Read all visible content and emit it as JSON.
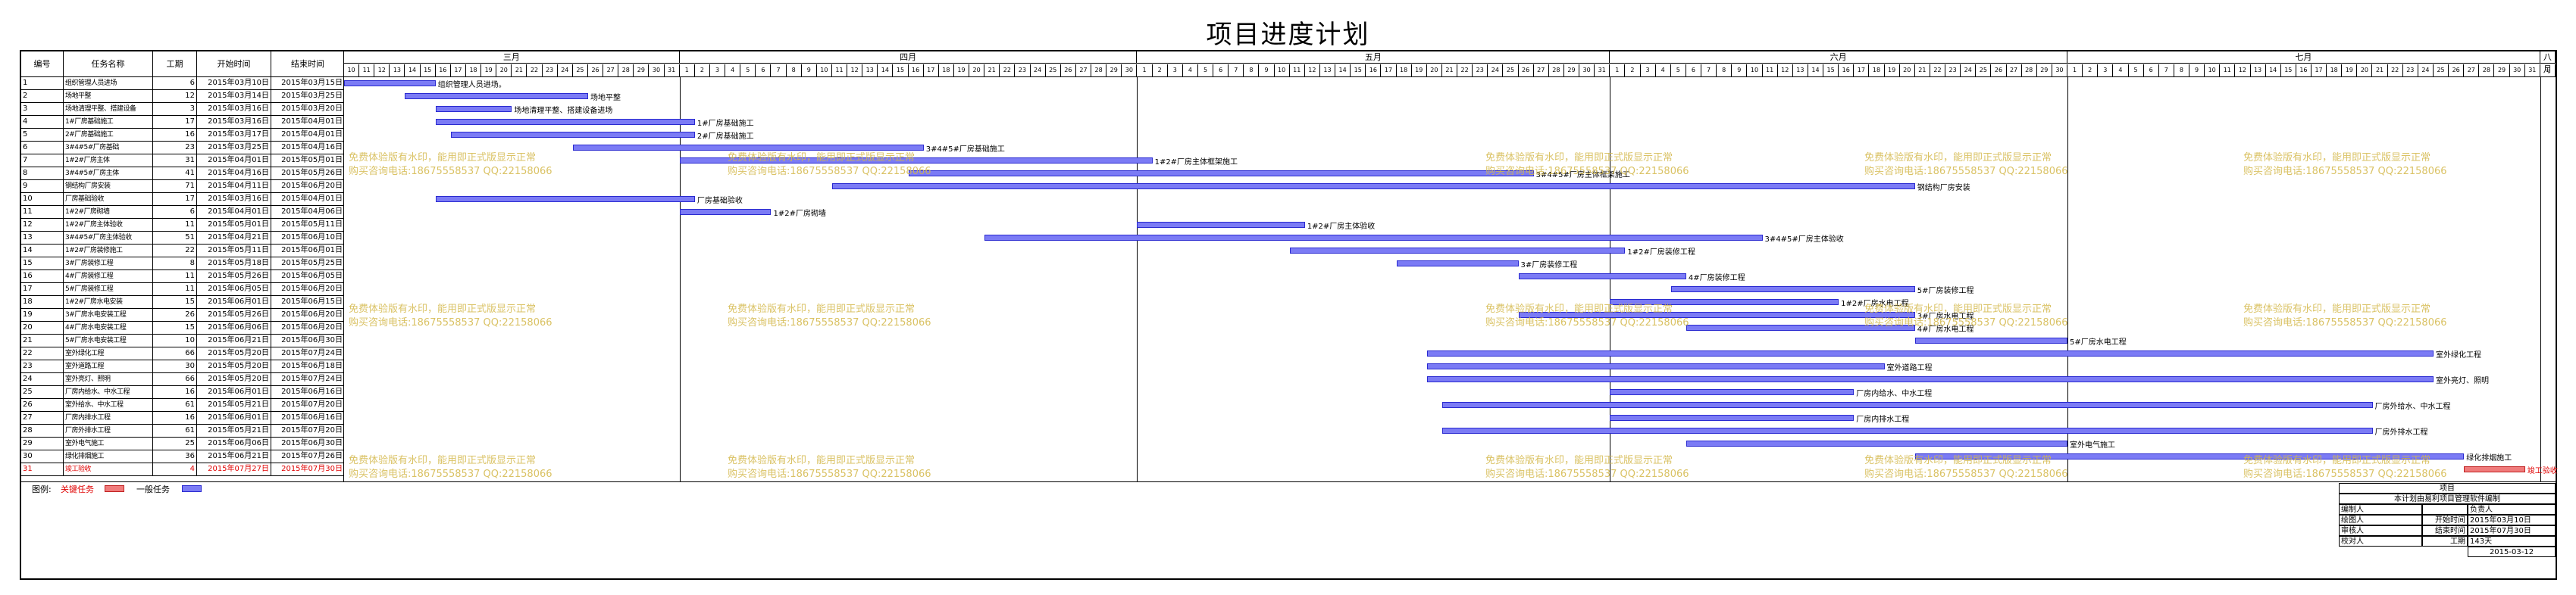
{
  "title": "项目进度计划",
  "columns": {
    "id": "编号",
    "name": "任务名称",
    "duration": "工期",
    "start": "开始时间",
    "end": "结束时间"
  },
  "months": [
    "三月",
    "四月",
    "五月",
    "六月",
    "七月",
    "八月"
  ],
  "month_day_counts": [
    31,
    30,
    31,
    30,
    31,
    1
  ],
  "first_month_start_day": 10,
  "tasks": [
    {
      "id": "1",
      "name": "组织管理人员进场",
      "duration": "6",
      "start": "2015年03月10日",
      "end": "2015年03月15日",
      "label": "组织管理人员进场。",
      "critical": false
    },
    {
      "id": "2",
      "name": "场地平整",
      "duration": "12",
      "start": "2015年03月14日",
      "end": "2015年03月25日",
      "label": "场地平整",
      "critical": false
    },
    {
      "id": "3",
      "name": "场地清理平整、搭建设备",
      "duration": "3",
      "start": "2015年03月16日",
      "end": "2015年03月20日",
      "label": "场地清理平整、搭建设备进场",
      "critical": false
    },
    {
      "id": "4",
      "name": "1#厂房基础施工",
      "duration": "17",
      "start": "2015年03月16日",
      "end": "2015年04月01日",
      "label": "1#厂房基础施工",
      "critical": false
    },
    {
      "id": "5",
      "name": "2#厂房基础施工",
      "duration": "16",
      "start": "2015年03月17日",
      "end": "2015年04月01日",
      "label": "2#厂房基础施工",
      "critical": false
    },
    {
      "id": "6",
      "name": "3#4#5#厂房基础",
      "duration": "23",
      "start": "2015年03月25日",
      "end": "2015年04月16日",
      "label": "3#4#5#厂房基础施工",
      "critical": false
    },
    {
      "id": "7",
      "name": "1#2#厂房主体",
      "duration": "31",
      "start": "2015年04月01日",
      "end": "2015年05月01日",
      "label": "1#2#厂房主体框架施工",
      "critical": false
    },
    {
      "id": "8",
      "name": "3#4#5#厂房主体",
      "duration": "41",
      "start": "2015年04月16日",
      "end": "2015年05月26日",
      "label": "3#4#5#厂房主体框架施工",
      "critical": false
    },
    {
      "id": "9",
      "name": "钢结构厂房安装",
      "duration": "71",
      "start": "2015年04月11日",
      "end": "2015年06月20日",
      "label": "钢结构厂房安装",
      "critical": false
    },
    {
      "id": "10",
      "name": "厂房基础验收",
      "duration": "17",
      "start": "2015年03月16日",
      "end": "2015年04月01日",
      "label": "厂房基础验收",
      "critical": false
    },
    {
      "id": "11",
      "name": "1#2#厂房砌墙",
      "duration": "6",
      "start": "2015年04月01日",
      "end": "2015年04月06日",
      "label": "1#2#厂房砌墙",
      "critical": false
    },
    {
      "id": "12",
      "name": "1#2#厂房主体验收",
      "duration": "11",
      "start": "2015年05月01日",
      "end": "2015年05月11日",
      "label": "1#2#厂房主体验收",
      "critical": false
    },
    {
      "id": "13",
      "name": "3#4#5#厂房主体验收",
      "duration": "51",
      "start": "2015年04月21日",
      "end": "2015年06月10日",
      "label": "3#4#5#厂房主体验收",
      "critical": false
    },
    {
      "id": "14",
      "name": "1#2#厂房装修施工",
      "duration": "22",
      "start": "2015年05月11日",
      "end": "2015年06月01日",
      "label": "1#2#厂房装修工程",
      "critical": false
    },
    {
      "id": "15",
      "name": "3#厂房装修工程",
      "duration": "8",
      "start": "2015年05月18日",
      "end": "2015年05月25日",
      "label": "3#厂房装修工程",
      "critical": false
    },
    {
      "id": "16",
      "name": "4#厂房装修工程",
      "duration": "11",
      "start": "2015年05月26日",
      "end": "2015年06月05日",
      "label": "4#厂房装修工程",
      "critical": false
    },
    {
      "id": "17",
      "name": "5#厂房装修工程",
      "duration": "11",
      "start": "2015年06月05日",
      "end": "2015年06月20日",
      "label": "5#厂房装修工程",
      "critical": false
    },
    {
      "id": "18",
      "name": "1#2#厂房水电安装",
      "duration": "15",
      "start": "2015年06月01日",
      "end": "2015年06月15日",
      "label": "1#2#厂房水电工程",
      "critical": false
    },
    {
      "id": "19",
      "name": "3#厂房水电安装工程",
      "duration": "26",
      "start": "2015年05月26日",
      "end": "2015年06月20日",
      "label": "3#厂房水电工程",
      "critical": false
    },
    {
      "id": "20",
      "name": "4#厂房水电安装工程",
      "duration": "15",
      "start": "2015年06月06日",
      "end": "2015年06月20日",
      "label": "4#厂房水电工程",
      "critical": false
    },
    {
      "id": "21",
      "name": "5#厂房水电安装工程",
      "duration": "10",
      "start": "2015年06月21日",
      "end": "2015年06月30日",
      "label": "5#厂房水电工程",
      "critical": false
    },
    {
      "id": "22",
      "name": "室外绿化工程",
      "duration": "66",
      "start": "2015年05月20日",
      "end": "2015年07月24日",
      "label": "室外绿化工程",
      "critical": false
    },
    {
      "id": "23",
      "name": "室外道路工程",
      "duration": "30",
      "start": "2015年05月20日",
      "end": "2015年06月18日",
      "label": "室外道路工程",
      "critical": false
    },
    {
      "id": "24",
      "name": "室外亮灯、照明",
      "duration": "66",
      "start": "2015年05月20日",
      "end": "2015年07月24日",
      "label": "室外亮灯、照明",
      "critical": false
    },
    {
      "id": "25",
      "name": "厂房内给水、中水工程",
      "duration": "16",
      "start": "2015年06月01日",
      "end": "2015年06月16日",
      "label": "厂房内给水、中水工程",
      "critical": false
    },
    {
      "id": "26",
      "name": "室外给水、中水工程",
      "duration": "61",
      "start": "2015年05月21日",
      "end": "2015年07月20日",
      "label": "厂房外给水、中水工程",
      "critical": false
    },
    {
      "id": "27",
      "name": "厂房内排水工程",
      "duration": "16",
      "start": "2015年06月01日",
      "end": "2015年06月16日",
      "label": "厂房内排水工程",
      "critical": false
    },
    {
      "id": "28",
      "name": "厂房外排水工程",
      "duration": "61",
      "start": "2015年05月21日",
      "end": "2015年07月20日",
      "label": "厂房外排水工程",
      "critical": false
    },
    {
      "id": "29",
      "name": "室外电气施工",
      "duration": "25",
      "start": "2015年06月06日",
      "end": "2015年06月30日",
      "label": "室外电气施工",
      "critical": false
    },
    {
      "id": "30",
      "name": "绿化排烟施工",
      "duration": "36",
      "start": "2015年06月21日",
      "end": "2015年07月26日",
      "label": "绿化排烟施工",
      "critical": false
    },
    {
      "id": "31",
      "name": "竣工验收",
      "duration": "4",
      "start": "2015年07月27日",
      "end": "2015年07月30日",
      "label": "竣工验收",
      "critical": true
    }
  ],
  "legend": {
    "label": "图例:",
    "critical": "关键任务",
    "normal": "一般任务"
  },
  "colors": {
    "normal_bar": "#7b7bf5",
    "critical_bar": "#f07b7b",
    "critical_text": "#e00000",
    "watermark": "#d4b84a"
  },
  "watermark": {
    "line1": "免费体验版有水印，能用即正式版显示正常",
    "line2": "购买咨询电话:18675558537 QQ:22158066"
  },
  "info": {
    "project": "项目",
    "software": "本计划由易利项目管理软件编制",
    "editor_label": "编制人",
    "leader_label": "负责人",
    "drawer_label": "绘图人",
    "start_label": "开始时间",
    "start_value": "2015年03月10日",
    "reviewer_label": "审核人",
    "end_label": "结束时间",
    "end_value": "2015年07月30日",
    "checker_label": "校对人",
    "duration_label": "工期",
    "duration_value": "143天",
    "date": "2015-03-12"
  }
}
